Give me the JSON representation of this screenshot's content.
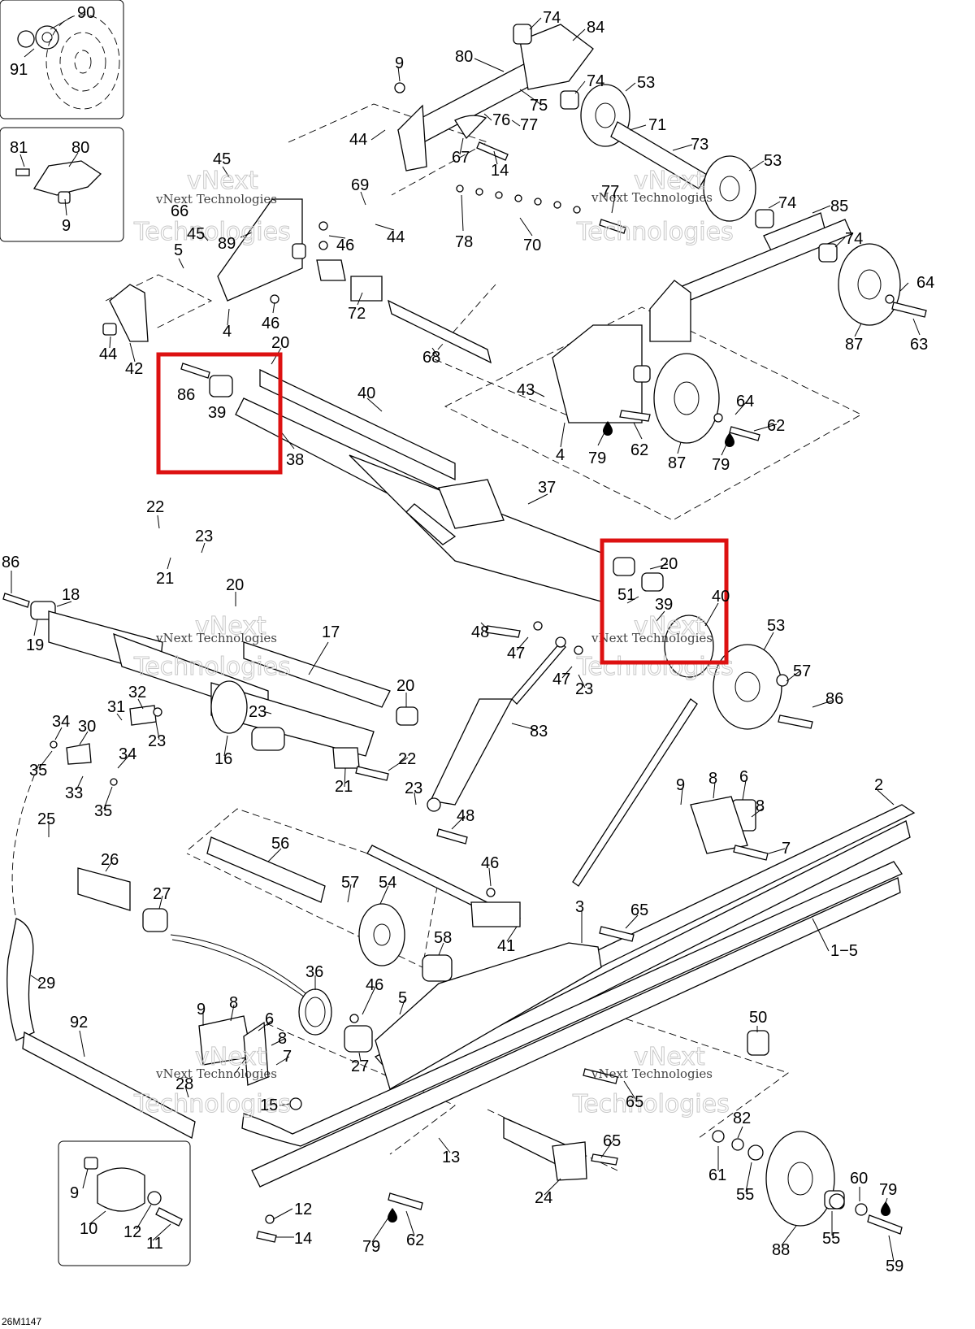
{
  "diagram_code": "26M1147",
  "watermark": {
    "line1": "vNext",
    "line2": "Technologies",
    "inline": "vNext Technologies"
  },
  "highlight_color": "#dd1111",
  "callouts": {
    "c91": "91",
    "c90": "90",
    "c81": "81",
    "c80b": "80",
    "c9a": "9",
    "c9b": "9",
    "c80": "80",
    "c74a": "74",
    "c84": "84",
    "c74b": "74",
    "c53a": "53",
    "c75": "75",
    "c76": "76",
    "c77a": "77",
    "c71": "71",
    "c73": "73",
    "c44a": "44",
    "c67": "67",
    "c14a": "14",
    "c53b": "53",
    "c45a": "45",
    "c66": "66",
    "c69": "69",
    "c77b": "77",
    "c74c": "74",
    "c85": "85",
    "c45b": "45",
    "c89": "89",
    "c46a": "46",
    "c44b": "44",
    "c78": "78",
    "c70": "70",
    "c74d": "74",
    "c5a": "5",
    "c64a": "64",
    "c46b": "46",
    "c72": "72",
    "c63": "63",
    "c87a": "87",
    "c4a": "4",
    "c44c": "44",
    "c42": "42",
    "c20a": "20",
    "c68": "68",
    "c86a": "86",
    "c39a": "39",
    "c40a": "40",
    "c43": "43",
    "c64b": "64",
    "c62a": "62",
    "c79a": "79",
    "c62b": "62",
    "c87b": "87",
    "c79b": "79",
    "c4b": "4",
    "c38": "38",
    "c37": "37",
    "c22a": "22",
    "c23a": "23",
    "c21a": "21",
    "c86b": "86",
    "c20b": "20",
    "c18": "18",
    "c20c": "20",
    "c51": "51",
    "c39b": "39",
    "c40b": "40",
    "c19": "19",
    "c17": "17",
    "c48a": "48",
    "c47a": "47",
    "c53c": "53",
    "c57a": "57",
    "c47b": "47",
    "c23b": "23",
    "c86c": "86",
    "c20d": "20",
    "c32": "32",
    "c31": "31",
    "c34a": "34",
    "c30": "30",
    "c23c": "23",
    "c23d": "23",
    "c83": "83",
    "c35a": "35",
    "c34b": "34",
    "c16": "16",
    "c22b": "22",
    "c33": "33",
    "c35b": "35",
    "c21b": "21",
    "c23e": "23",
    "c9c": "9",
    "c8a": "8",
    "c6a": "6",
    "c8b": "8",
    "c2": "2",
    "c48b": "48",
    "c7a": "7",
    "c25": "25",
    "c56": "56",
    "c26": "26",
    "c46c": "46",
    "c57b": "57",
    "c54": "54",
    "c27a": "27",
    "c3": "3",
    "c65a": "65",
    "c1_5": "1−5",
    "c58": "58",
    "c41": "41",
    "c29": "29",
    "c36": "36",
    "c46d": "46",
    "c5b": "5",
    "c9d": "9",
    "c8c": "8",
    "c6b": "6",
    "c50": "50",
    "c92": "92",
    "c8d": "8",
    "c7b": "7",
    "c27b": "27",
    "c28": "28",
    "c65b": "65",
    "c15": "15",
    "c82": "82",
    "c65c": "65",
    "c13": "13",
    "c61": "61",
    "c55a": "55",
    "c24": "24",
    "c9e": "9",
    "c60": "60",
    "c79c": "79",
    "c10": "10",
    "c12a": "12",
    "c12b": "12",
    "c11": "11",
    "c14b": "14",
    "c79d": "79",
    "c62c": "62",
    "c88": "88",
    "c55b": "55",
    "c59": "59"
  }
}
